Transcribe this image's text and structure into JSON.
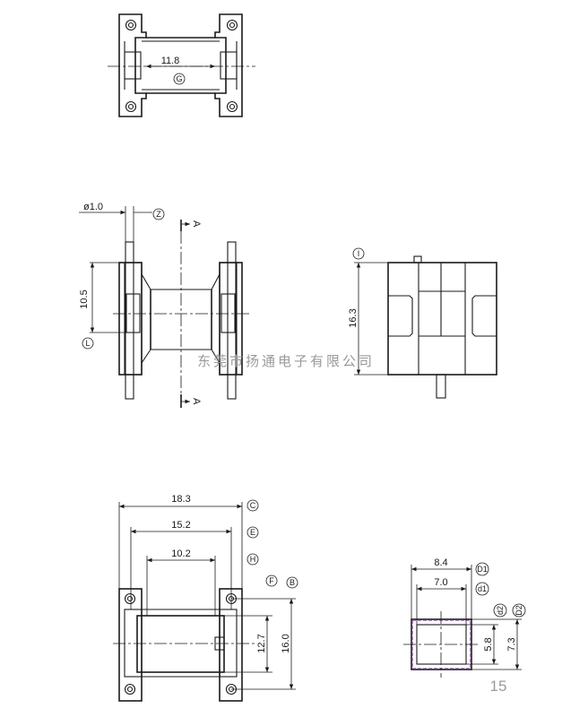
{
  "top_view": {
    "dim_width": "11.8",
    "tag": "G"
  },
  "front_view": {
    "pin_diameter": "ø1.0",
    "tag_pin": "Z",
    "dim_height": "10.5",
    "tag_height": "L",
    "section_mark": "A"
  },
  "side_view": {
    "dim_height": "16.3",
    "tag": "I"
  },
  "bottom_view": {
    "dim_overall": "18.3",
    "tag_overall": "C",
    "dim_middle": "15.2",
    "tag_middle": "E",
    "dim_inner": "10.2",
    "tag_inner": "H",
    "tag_f": "F",
    "tag_b": "B",
    "dim_height_inner": "12.7",
    "dim_height_outer": "16.0"
  },
  "section_view": {
    "dim_outer": "8.4",
    "tag_outer": "D1",
    "dim_inner": "7.0",
    "tag_inner": "d1",
    "tag_d2_inner": "d2",
    "tag_d2_outer": "D2",
    "dim_h_inner": "5.8",
    "dim_h_outer": "7.3"
  },
  "watermark": "东莞市扬通电子有限公司",
  "page_number": "15"
}
